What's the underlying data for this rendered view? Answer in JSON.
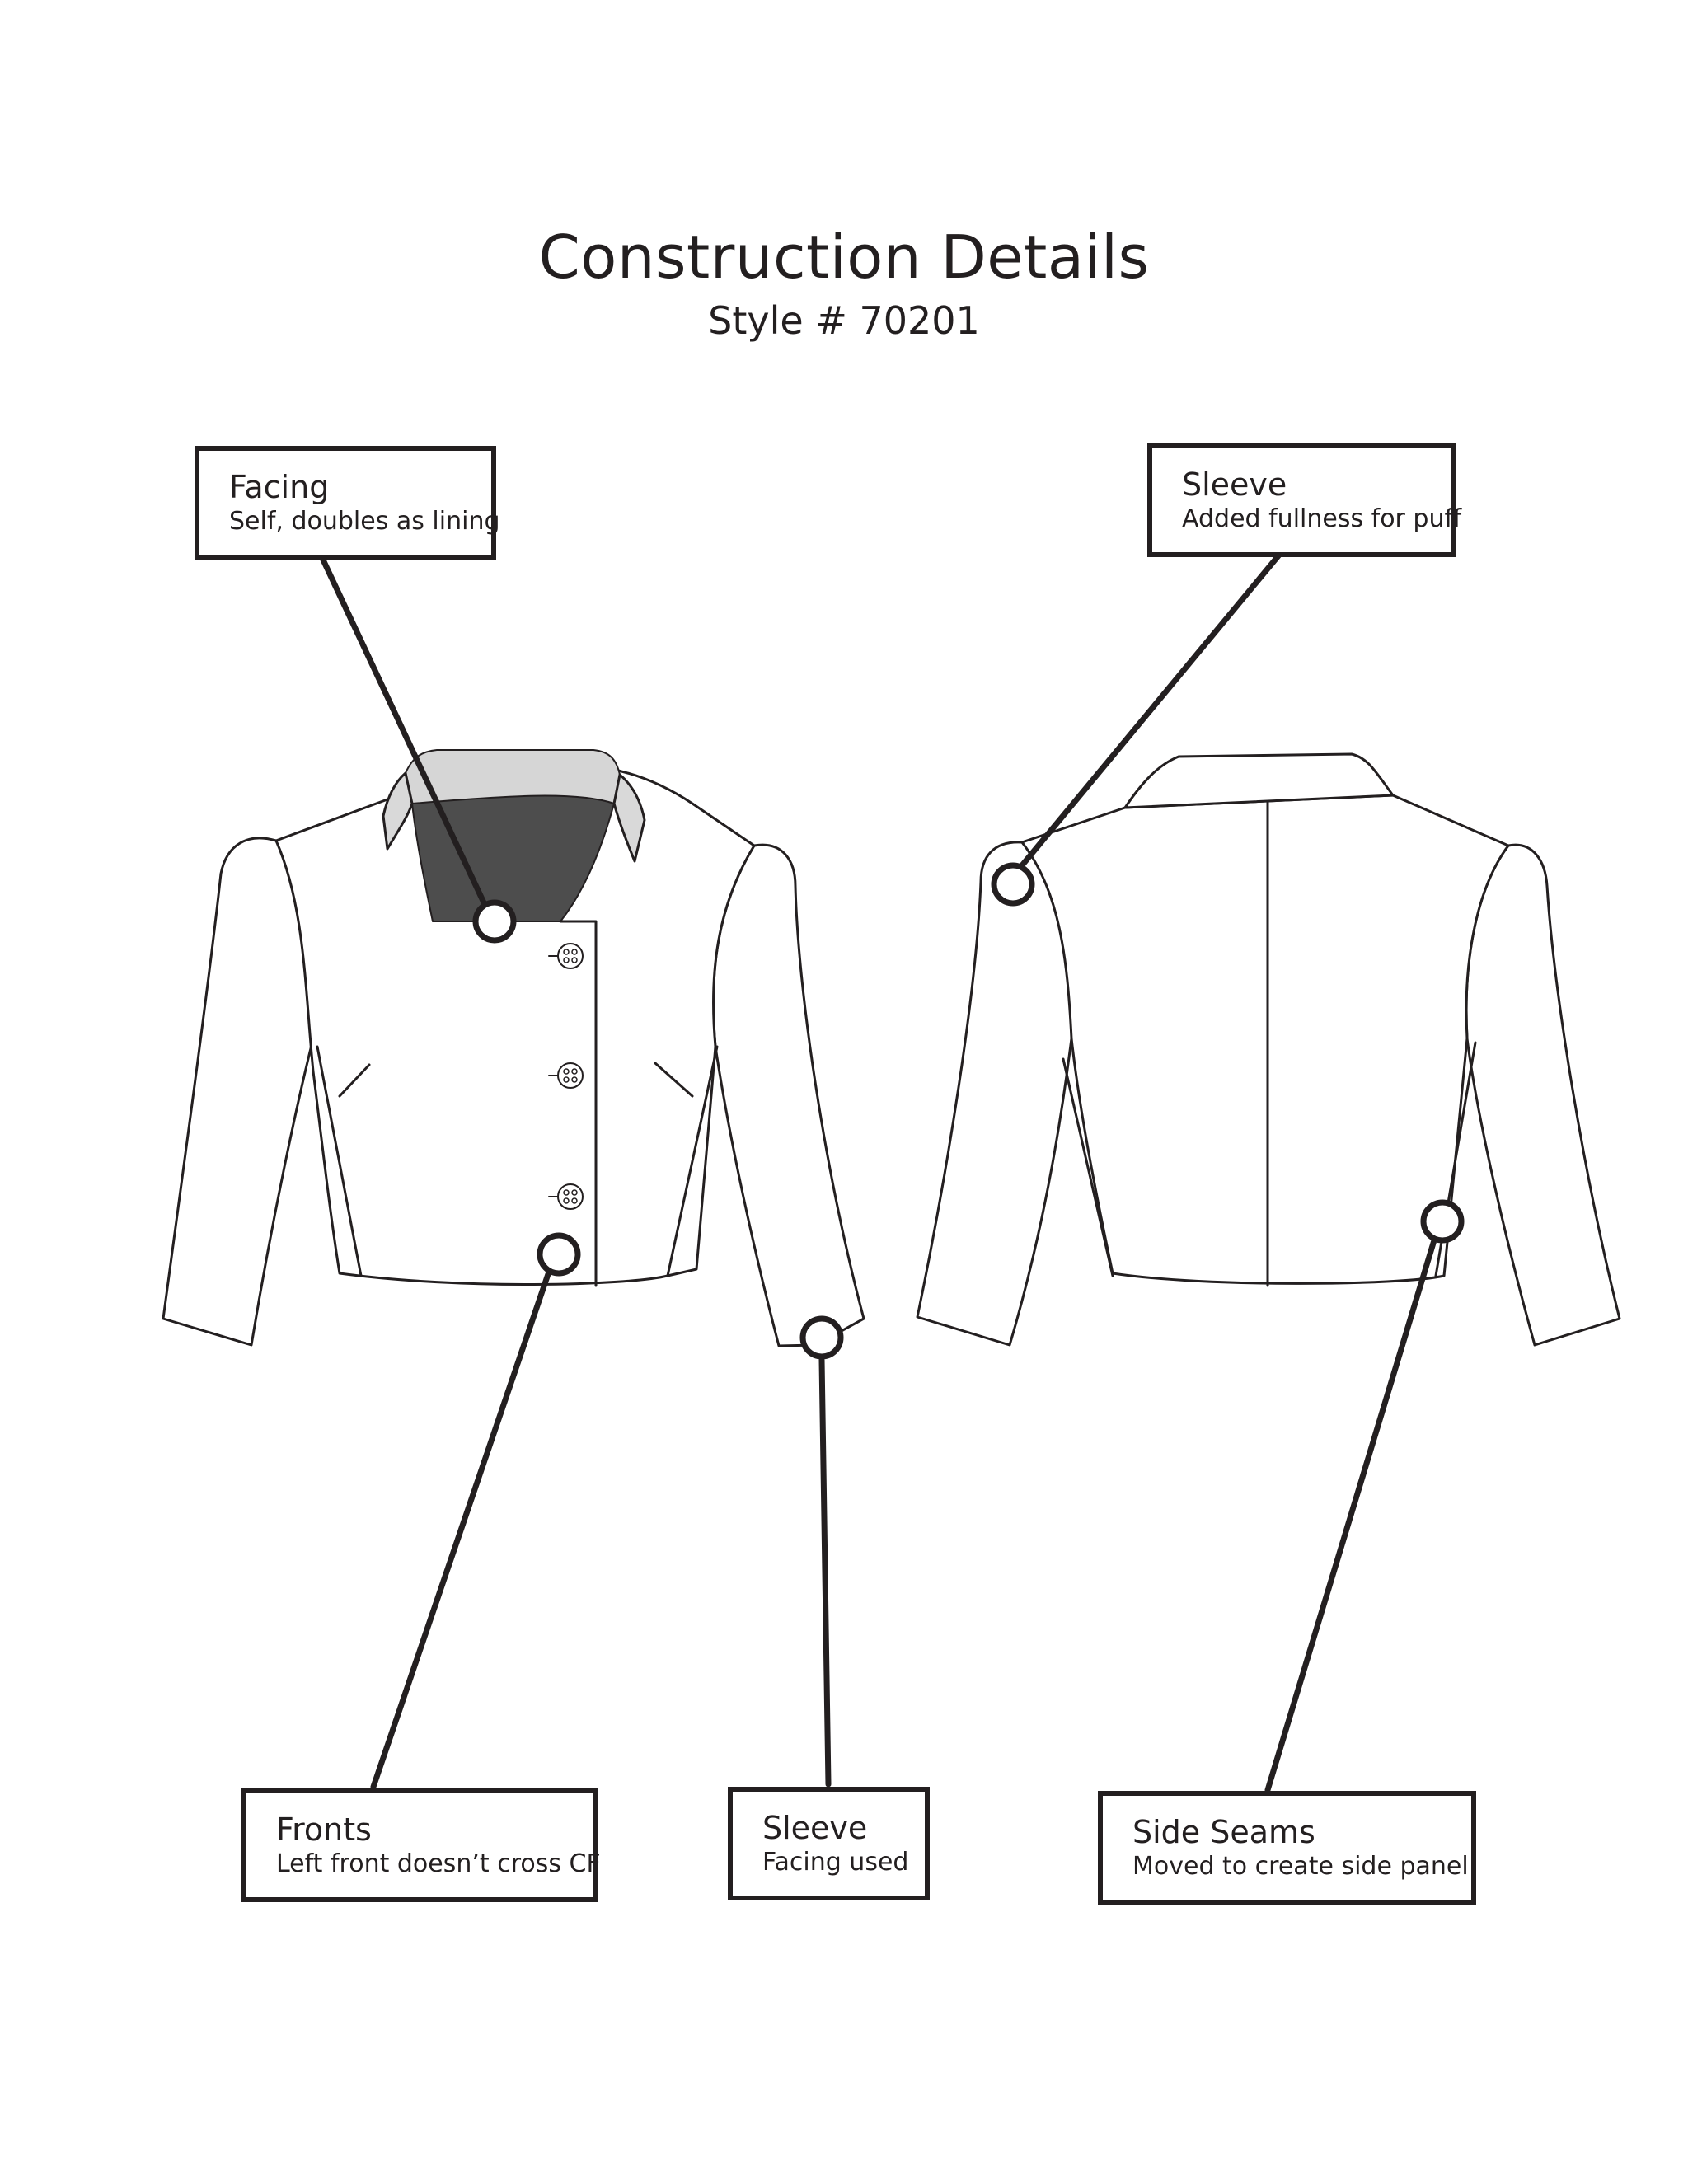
{
  "header": {
    "title": "Construction Details",
    "subtitle": "Style # 70201"
  },
  "views": [
    {
      "name": "front-view"
    },
    {
      "name": "back-view"
    }
  ],
  "callouts": {
    "facing": {
      "title": "Facing",
      "detail": "Self, doubles as lining"
    },
    "sleeve_top": {
      "title": "Sleeve",
      "detail": "Added fullness for puff"
    },
    "fronts": {
      "title": "Fronts",
      "detail": "Left front doesn’t cross CF"
    },
    "sleeve_bottom": {
      "title": "Sleeve",
      "detail": "Facing used"
    },
    "side_seams": {
      "title": "Side Seams",
      "detail": "Moved to create side panel"
    }
  },
  "colors": {
    "ink": "#231f20",
    "facing_fill": "#4d4d4d",
    "collar_band_fill": "#d6d6d6",
    "collar_fill": "#d9d9d9",
    "background": "#ffffff"
  },
  "front_buttons": 3
}
